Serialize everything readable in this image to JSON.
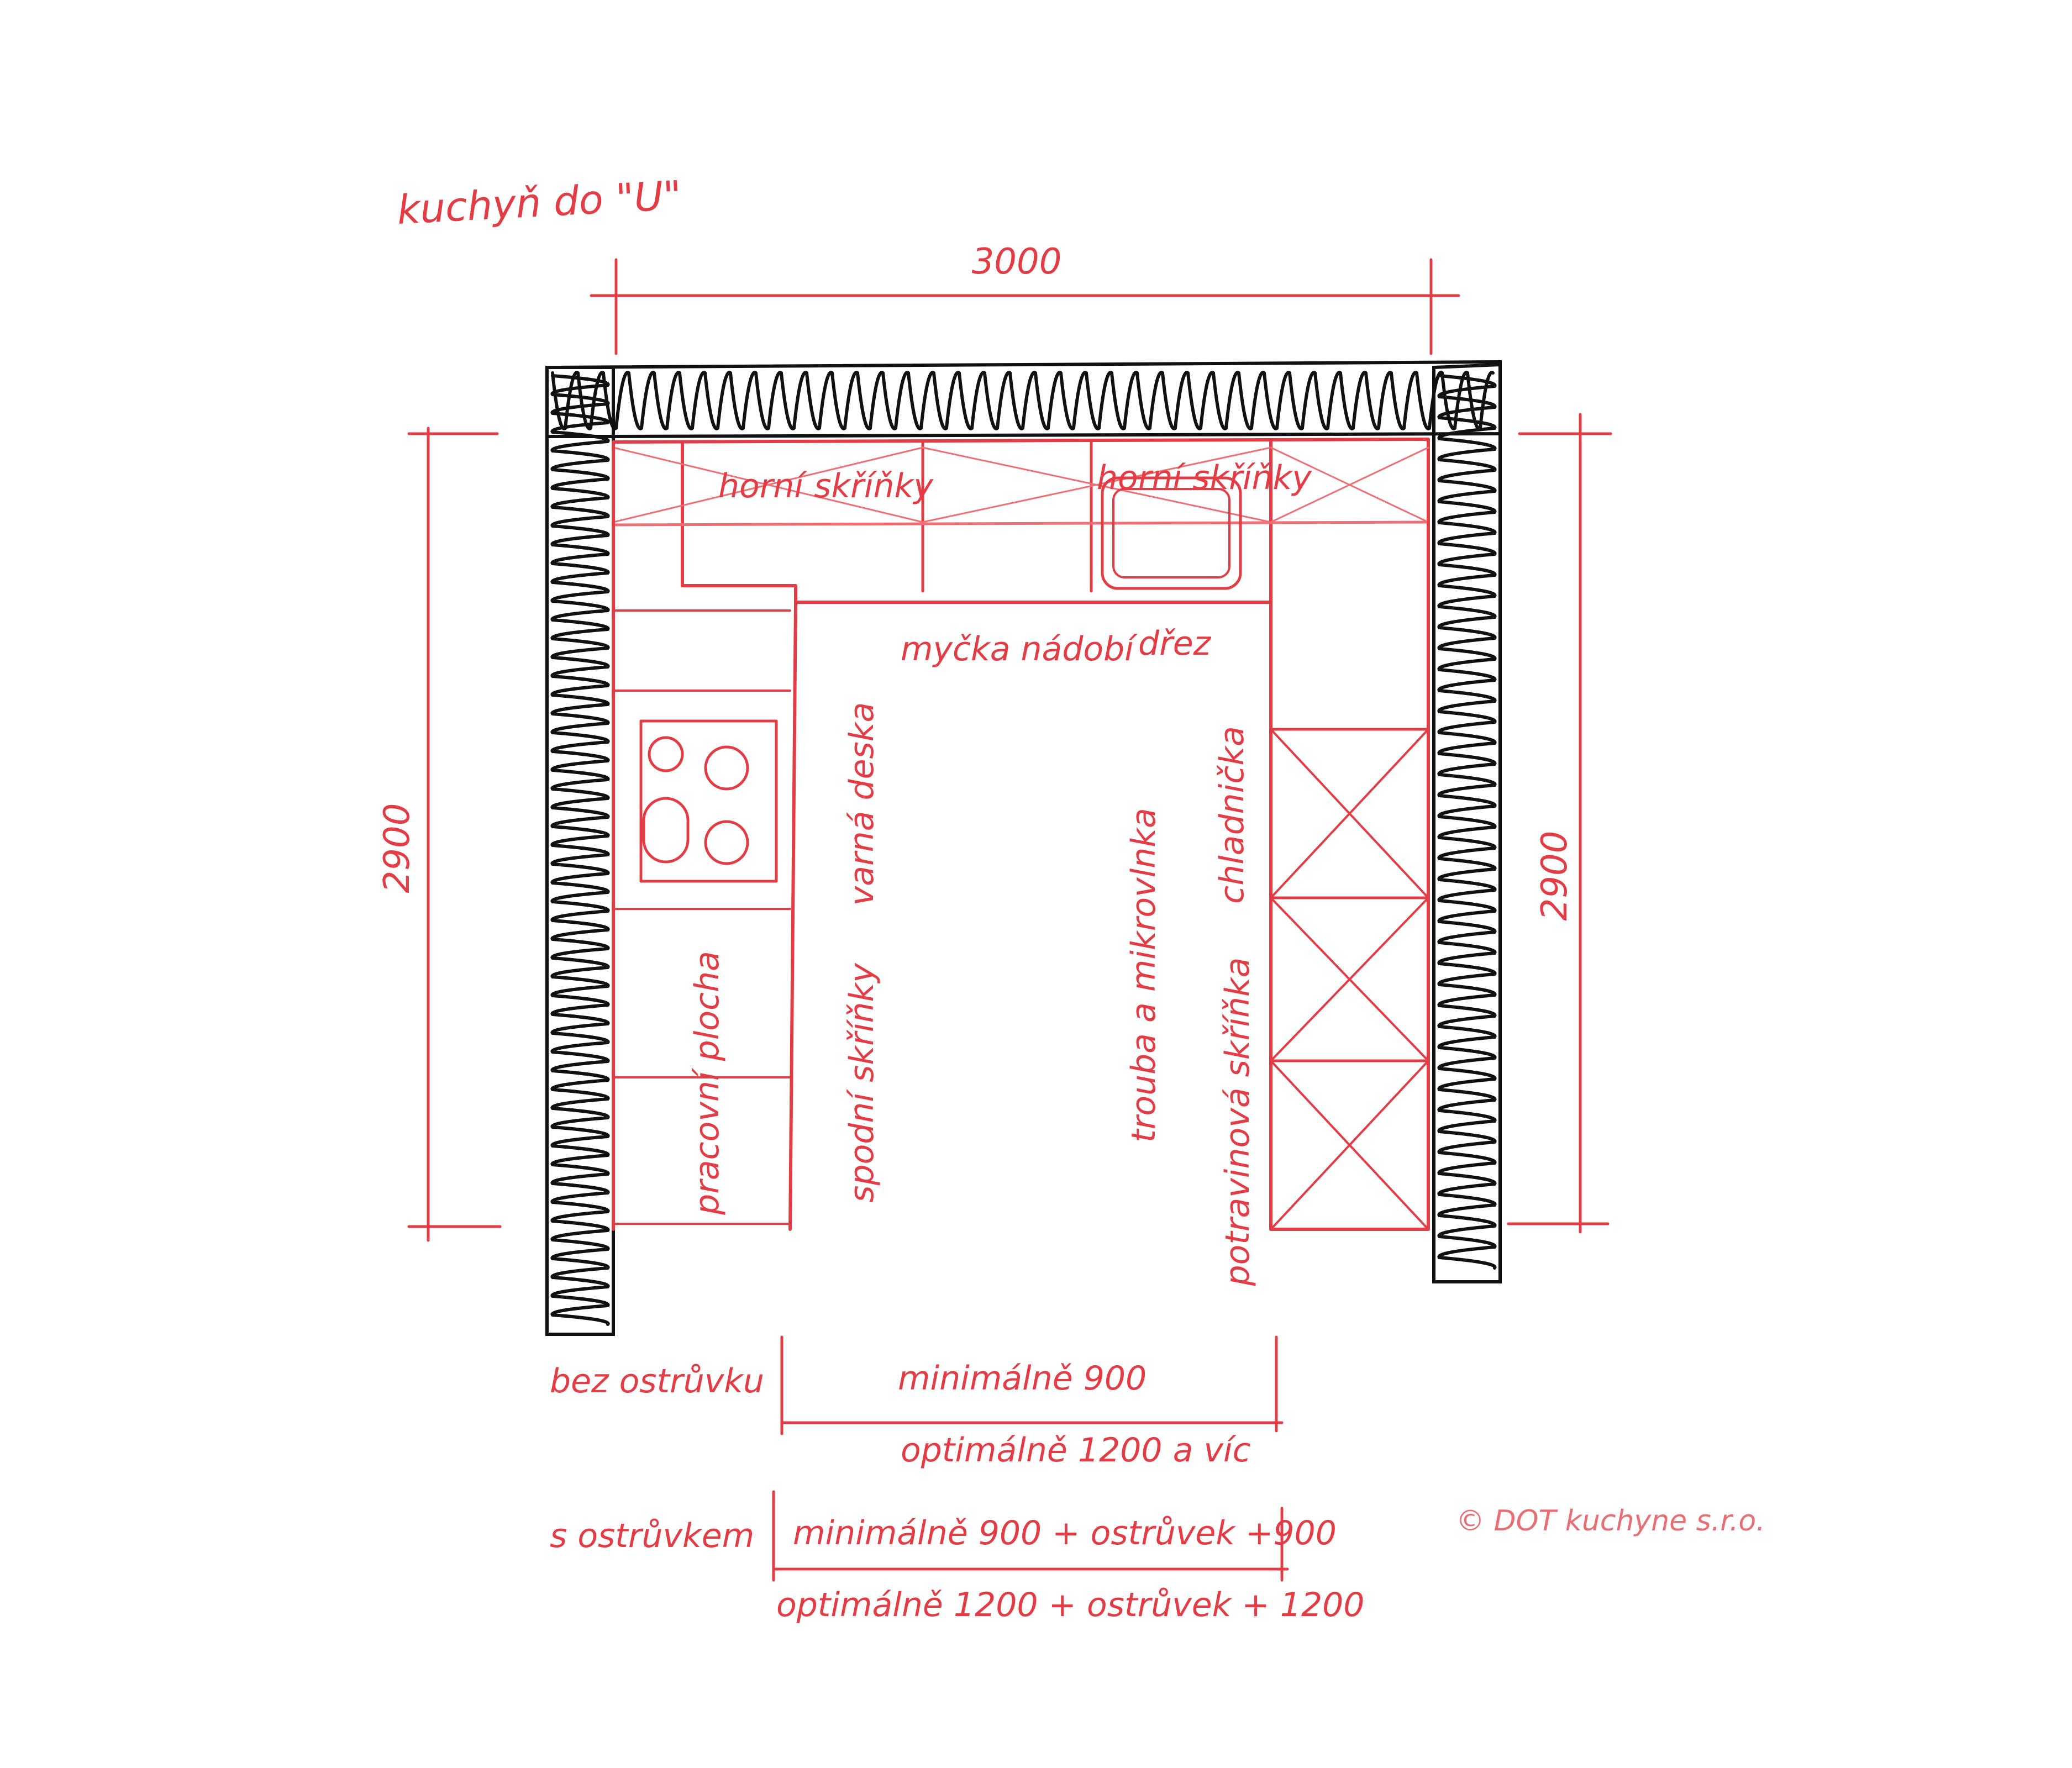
{
  "title": "kuchyň do \"U\"",
  "dimensions": {
    "top_width": "3000",
    "left_height": "2900",
    "right_height": "2900"
  },
  "labels": {
    "upper_cabinets_left": "horní skříňky",
    "upper_cabinets_right": "horní skříňky",
    "dishwasher": "myčka nádobí",
    "sink": "dřez",
    "hob": "varná deska",
    "worktop": "pracovní plocha",
    "base_cabinets": "spodní skříňky",
    "oven_microwave": "trouba a mikrovlnka",
    "fridge": "chladnička",
    "pantry": "potravinová skříňka"
  },
  "clearance": {
    "without_island": {
      "label": "bez ostrůvku",
      "minimum": "minimálně 900",
      "optimal": "optimálně 1200 a víc"
    },
    "with_island": {
      "label": "s ostrůvkem",
      "minimum": "minimálně 900 + ostrůvek +900",
      "optimal": "optimálně 1200 + ostrůvek + 1200"
    }
  },
  "copyright": "© DOT kuchyne s.r.o.",
  "colors": {
    "accent": "#e43c45",
    "wall": "#111111",
    "background": "#ffffff"
  }
}
